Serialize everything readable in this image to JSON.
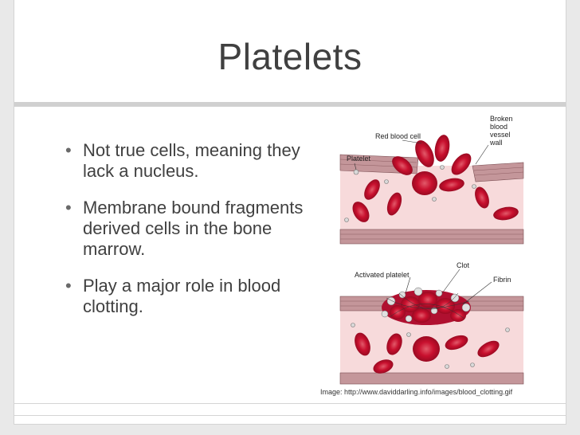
{
  "slide": {
    "title": "Platelets",
    "bullets": [
      "Not true cells, meaning they lack a nucleus.",
      "Membrane bound fragments derived cells in the bone marrow.",
      "Play a major role in blood clotting."
    ],
    "caption": "Image: http://www.daviddarling.info/images/blood_clotting.gif"
  },
  "figure": {
    "top_panel": {
      "labels": {
        "red_blood_cell": "Red blood cell",
        "platelet": "Platelet",
        "broken_wall_1": "Broken",
        "broken_wall_2": "blood",
        "broken_wall_3": "vessel",
        "broken_wall_4": "wall"
      }
    },
    "bottom_panel": {
      "labels": {
        "activated_platelet": "Activated platelet",
        "clot": "Clot",
        "fibrin": "Fibrin"
      }
    }
  },
  "colors": {
    "title_text": "#404040",
    "body_text": "#404040",
    "red_cell": "#c8102e",
    "vessel_wall": "#b9868a",
    "plasma": "#f7dadb"
  }
}
